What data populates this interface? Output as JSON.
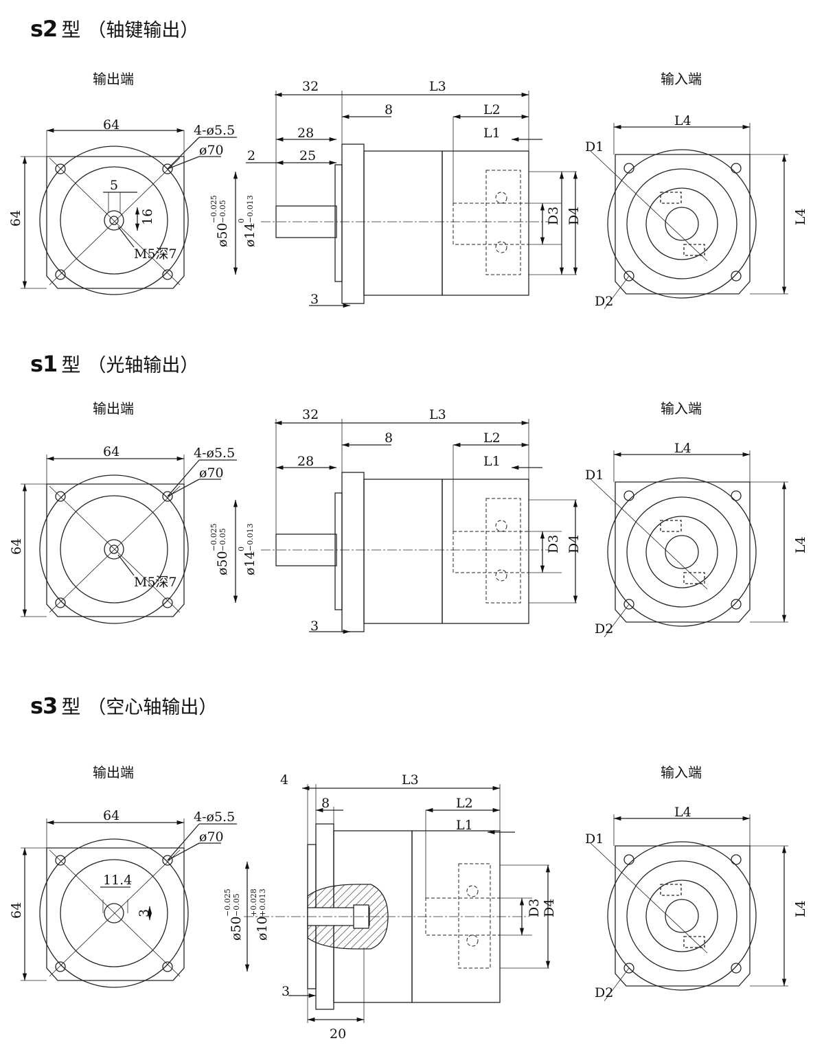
{
  "sections": [
    {
      "code": "s2",
      "type_char": "型",
      "desc": "（轴键输出）",
      "output_label": "输出端",
      "input_label": "输入端",
      "out": {
        "w": "64",
        "h": "64",
        "holes": "4-ø5.5",
        "pcd": "ø70",
        "key_w": "5",
        "key_h": "16",
        "tap": "M5深7"
      },
      "side": {
        "d32": "32",
        "l3": "L3",
        "d8": "8",
        "l2": "L2",
        "l1": "L1",
        "d28": "28",
        "d2": "2",
        "d25": "25",
        "d3": "3",
        "d3lbl": "D3",
        "d4lbl": "D4",
        "dia50": "ø50",
        "tol50_top": "−0.025",
        "tol50_bot": "−0.05",
        "dia14": "ø14",
        "tol14_top": "0",
        "tol14_bot": "−0.013"
      },
      "in": {
        "l4w": "L4",
        "l4h": "L4",
        "d1": "D1",
        "d2": "D2"
      }
    },
    {
      "code": "s1",
      "type_char": "型",
      "desc": "（光轴输出）",
      "output_label": "输出端",
      "input_label": "输入端",
      "out": {
        "w": "64",
        "h": "64",
        "holes": "4-ø5.5",
        "pcd": "ø70",
        "tap": "M5深7"
      },
      "side": {
        "d32": "32",
        "l3": "L3",
        "d8": "8",
        "l2": "L2",
        "l1": "L1",
        "d28": "28",
        "d3": "3",
        "d3lbl": "D3",
        "d4lbl": "D4",
        "dia50": "ø50",
        "tol50_top": "−0.025",
        "tol50_bot": "−0.05",
        "dia14": "ø14",
        "tol14_top": "0",
        "tol14_bot": "−0.013"
      },
      "in": {
        "l4w": "L4",
        "l4h": "L4",
        "d1": "D1",
        "d2": "D2"
      }
    },
    {
      "code": "s3",
      "type_char": "型",
      "desc": "（空心轴输出）",
      "output_label": "输出端",
      "input_label": "输入端",
      "out": {
        "w": "64",
        "h": "64",
        "holes": "4-ø5.5",
        "pcd": "ø70",
        "key_w": "11.4",
        "key_h": "3"
      },
      "side": {
        "d4": "4",
        "l3": "L3",
        "d8": "8",
        "l2": "L2",
        "l1": "L1",
        "d3": "3",
        "d20": "20",
        "d3lbl": "D3",
        "d4lbl": "D4",
        "dia50": "ø50",
        "tol50_top": "−0.025",
        "tol50_bot": "−0.05",
        "dia10": "ø10",
        "tol10_top": "+0.028",
        "tol10_bot": "+0.013"
      },
      "in": {
        "l4w": "L4",
        "l4h": "L4",
        "d1": "D1",
        "d2": "D2"
      }
    }
  ]
}
